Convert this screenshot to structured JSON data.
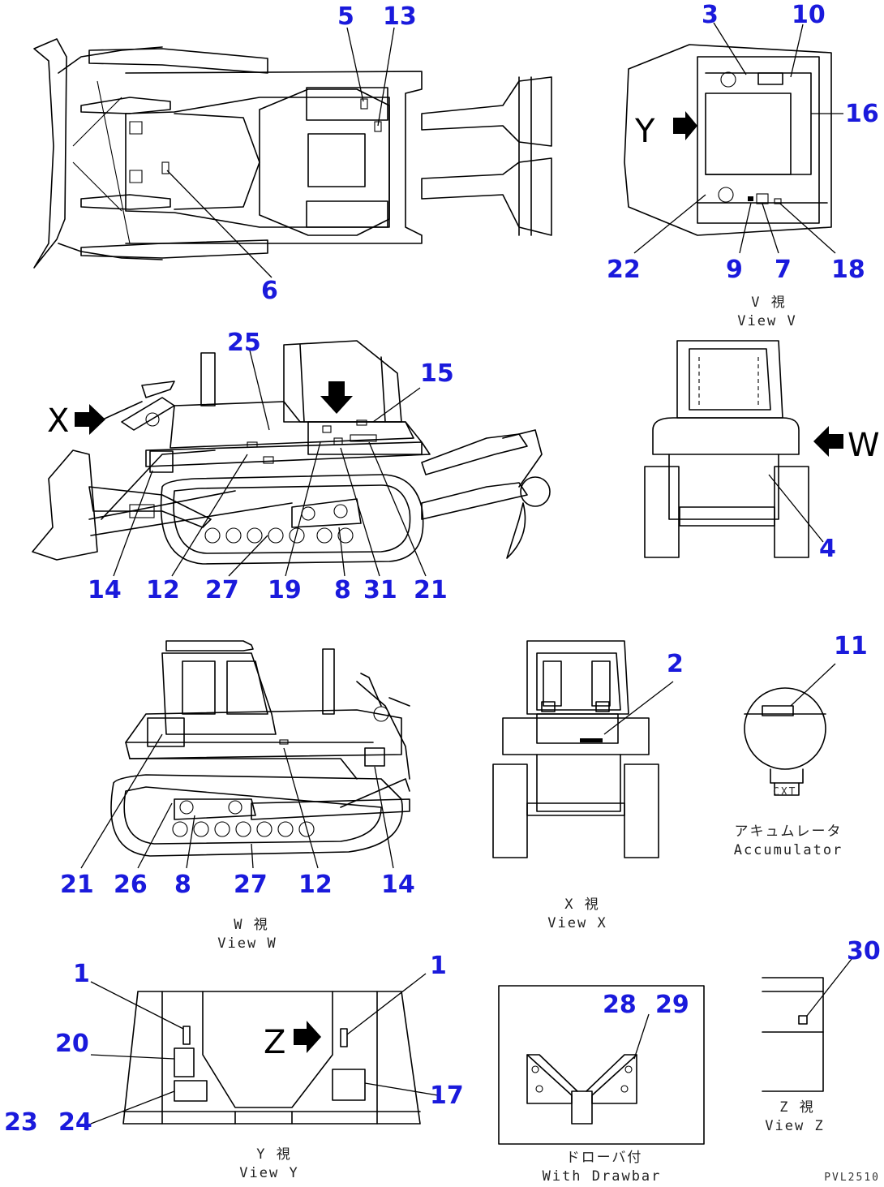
{
  "views": {
    "top": {},
    "view_v": {
      "caption_jp": "V 視",
      "caption_en": "View V",
      "letter": "Y"
    },
    "side_left": {
      "letter": "X"
    },
    "rear": {
      "letter": "W"
    },
    "view_w": {
      "caption_jp": "W 視",
      "caption_en": "View W"
    },
    "view_x": {
      "caption_jp": "X 視",
      "caption_en": "View X"
    },
    "accumulator": {
      "caption_jp": "アキュムレータ",
      "caption_en": "Accumulator",
      "label": "CXT"
    },
    "view_y": {
      "caption_jp": "Y 視",
      "caption_en": "View Y",
      "letter": "Z"
    },
    "drawbar": {
      "caption_jp": "ドローバ付",
      "caption_en": "With Drawbar"
    },
    "view_z": {
      "caption_jp": "Z 視",
      "caption_en": "View Z"
    }
  },
  "callouts": {
    "top": [
      "5",
      "13",
      "6"
    ],
    "view_v": [
      "3",
      "10",
      "16",
      "22",
      "9",
      "7",
      "18"
    ],
    "side_left": [
      "25",
      "15",
      "14",
      "12",
      "27",
      "19",
      "8",
      "31",
      "21"
    ],
    "rear": [
      "4"
    ],
    "view_w": [
      "21",
      "26",
      "8",
      "27",
      "12",
      "14"
    ],
    "view_x": [
      "2"
    ],
    "accumulator": [
      "11"
    ],
    "view_y": [
      "1",
      "1",
      "20",
      "23",
      "24",
      "17"
    ],
    "drawbar": [
      "28",
      "29"
    ],
    "view_z": [
      "30"
    ]
  },
  "drawing_code": "PVL2510",
  "colors": {
    "callout": "#1a1adc",
    "line": "#000000"
  }
}
